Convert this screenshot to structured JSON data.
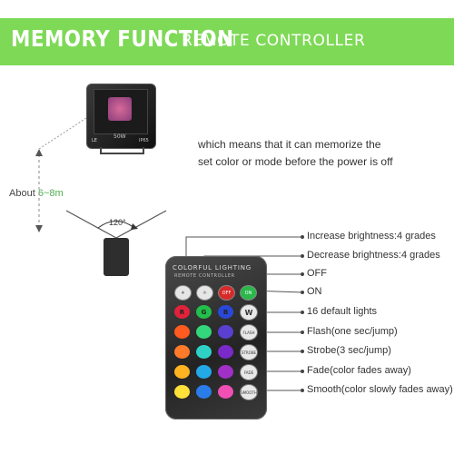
{
  "banner": {
    "title": "MEMORY FUNCTION",
    "subtitle": "REMOTE CONTROLLER",
    "color": "#7ed957"
  },
  "floodlight": {
    "watt": "50W",
    "logo": "LE",
    "ip": "IP65"
  },
  "description": {
    "line1": "which means that it can memorize the",
    "line2": "set color or mode before the power is off"
  },
  "distance": {
    "prefix": "About ",
    "value": "6~8m"
  },
  "angle": "120°",
  "remote": {
    "brand": "COLORFUL LIGHTING",
    "subtitle": "REMOTE CONTROLLER",
    "keys": {
      "off": "OFF",
      "on": "ON",
      "r": "R",
      "g": "G",
      "b": "B",
      "w": "W",
      "flash": "FLASH",
      "strobe": "STROBE",
      "fade": "FADE",
      "smooth": "SMOOTH"
    }
  },
  "callouts": {
    "increase": "Increase brightness:4 grades",
    "decrease": "Decrease brightness:4 grades",
    "off": "OFF",
    "on": "ON",
    "default_lights": "16 default lights",
    "flash": "Flash(one sec/jump)",
    "strobe": "Strobe(3 sec/jump)",
    "fade": "Fade(color fades away)",
    "smooth": "Smooth(color slowly fades away)"
  }
}
